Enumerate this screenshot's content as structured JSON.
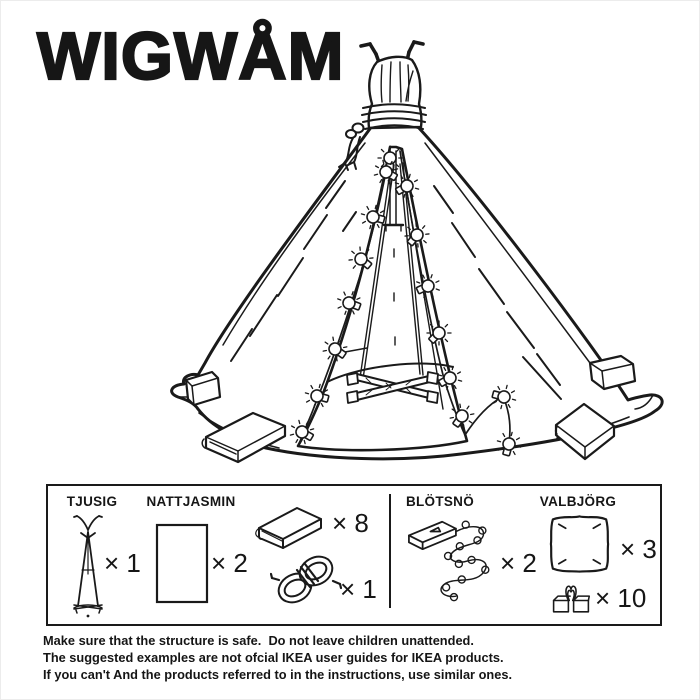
{
  "title": "WIGWÅM",
  "parts": {
    "groups": [
      {
        "items": [
          {
            "name": "TJUSIG",
            "icon": "coat-rack",
            "qty": "× 1"
          },
          {
            "name": "NATTJASMIN",
            "icon": "bed-sheet",
            "qty": "× 2"
          },
          {
            "name": "",
            "icon": "book",
            "qty": "× 8"
          },
          {
            "name": "",
            "icon": "rope",
            "qty": "× 1"
          }
        ]
      },
      {
        "items": [
          {
            "name": "BLÖTSNÖ",
            "icon": "string-lights",
            "qty": "× 2"
          },
          {
            "name": "VALBJÖRG",
            "icon": "cushion",
            "qty": "× 3"
          },
          {
            "name": "",
            "icon": "binder-clip",
            "qty": "× 10"
          }
        ]
      }
    ]
  },
  "footer": {
    "line1": "Make sure that the structure is safe.  Do not leave children unattended.",
    "line2": "The suggested examples are not ofcial IKEA user guides for IKEA products.",
    "line3": "If you can't And the products referred to in the instructions, use similar ones."
  },
  "colors": {
    "ink": "#1a1a1a",
    "background": "#ffffff"
  }
}
